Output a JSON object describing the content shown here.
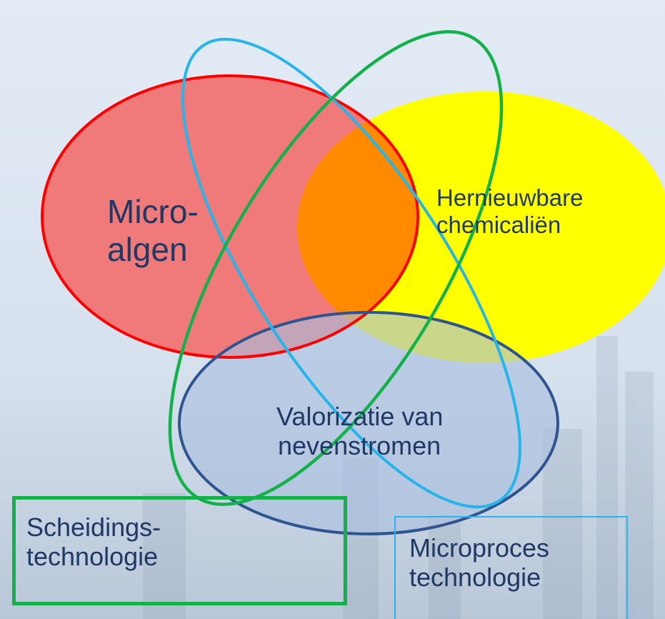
{
  "diagram": {
    "micro_algen": {
      "line1": "Micro-",
      "line2": "algen"
    },
    "hernieuwbare": {
      "line1": "Hernieuwbare",
      "line2": "chemicaliën"
    },
    "valorizatie": {
      "line1": "Valorizatie van",
      "line2": "nevenstromen"
    },
    "scheidingstechnologie": {
      "line1": "Scheidings-",
      "line2": "technologie"
    },
    "microproces": {
      "line1": "Microproces",
      "line2": "technologie"
    }
  },
  "colors": {
    "background": "#dbe5f1",
    "micro_algen_fill": "#f07070",
    "micro_algen_stroke": "#ff0000",
    "hernieuwbare_fill": "#ffff00",
    "overlap_orange": "#ff8a00",
    "valorizatie_fill": "#b8cce4",
    "valorizatie_stroke": "#2e5590",
    "scheidings_stroke": "#14b14b",
    "microproces_stroke": "#25b5ea",
    "text": "#1f3864"
  }
}
